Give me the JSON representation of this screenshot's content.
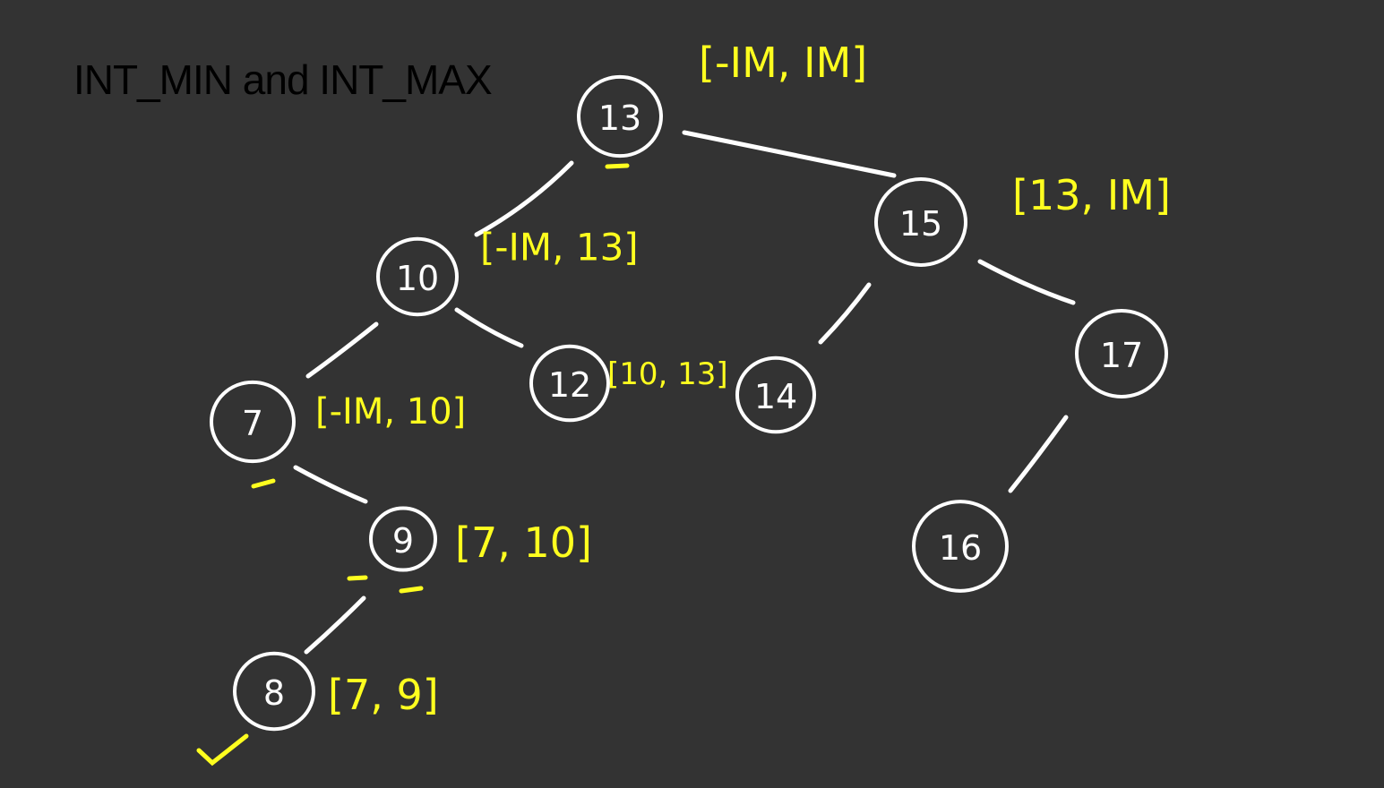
{
  "title": "INT_MIN and INT_MAX",
  "colors": {
    "background": "#333333",
    "node_stroke": "#ffffff",
    "annotation": "#ffff1f",
    "title": "#000000"
  },
  "tree": {
    "nodes": [
      {
        "id": "n13",
        "label": "13",
        "range": "[-IM, IM]"
      },
      {
        "id": "n10",
        "label": "10",
        "range": "[-IM, 13]"
      },
      {
        "id": "n15",
        "label": "15",
        "range": "[13, IM]"
      },
      {
        "id": "n7",
        "label": "7",
        "range": "[-IM, 10]"
      },
      {
        "id": "n12",
        "label": "12",
        "range": "[10, 13]"
      },
      {
        "id": "n14",
        "label": "14",
        "range": ""
      },
      {
        "id": "n17",
        "label": "17",
        "range": ""
      },
      {
        "id": "n9",
        "label": "9",
        "range": "[7, 10]"
      },
      {
        "id": "n16",
        "label": "16",
        "range": ""
      },
      {
        "id": "n8",
        "label": "8",
        "range": "[7, 9]"
      }
    ],
    "edges": [
      [
        "n13",
        "n10"
      ],
      [
        "n13",
        "n15"
      ],
      [
        "n10",
        "n7"
      ],
      [
        "n10",
        "n12"
      ],
      [
        "n15",
        "n14"
      ],
      [
        "n15",
        "n17"
      ],
      [
        "n7",
        "n9"
      ],
      [
        "n17",
        "n16"
      ],
      [
        "n9",
        "n8"
      ]
    ]
  }
}
